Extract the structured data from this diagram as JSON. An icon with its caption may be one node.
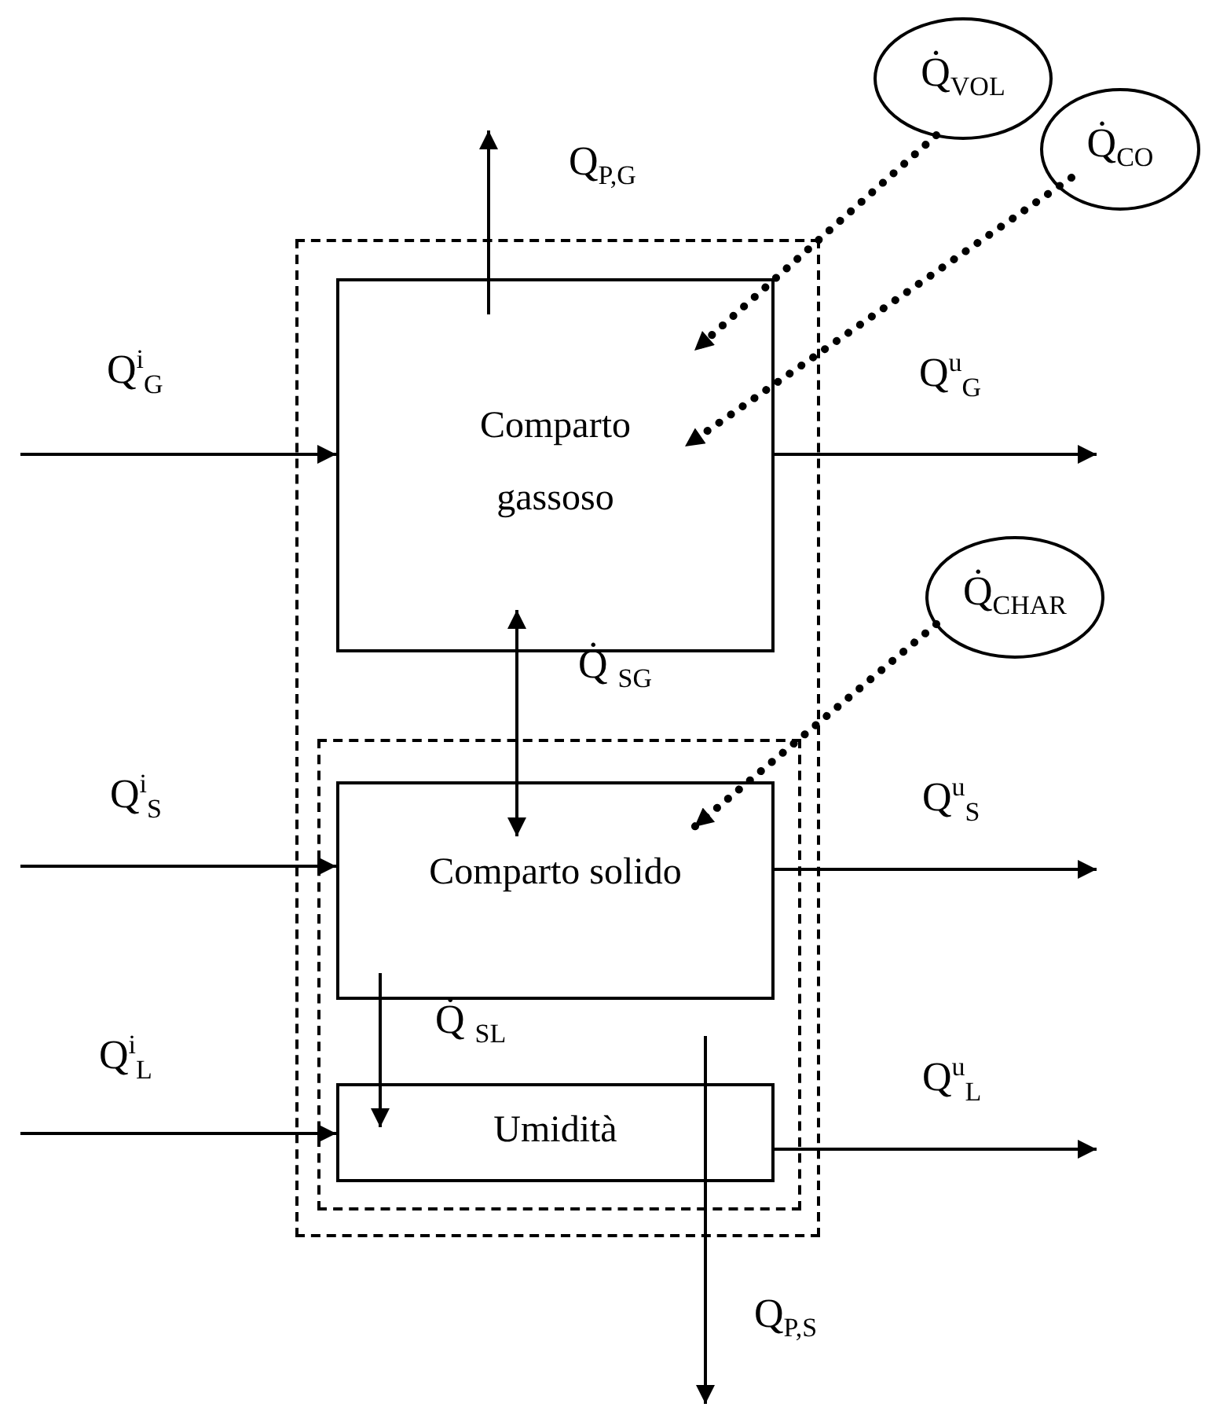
{
  "diagram": {
    "nodes": [
      {
        "text": [],
        "shape": "box"
      },
      {
        "text": [
          "Comparto gassoso"
        ],
        "in": 0
      },
      {
        "text": [],
        "shape": "box",
        "in": 0
      },
      {
        "text": [
          "Comparto solido"
        ],
        "in": 2
      },
      {
        "text": [
          "Umidità"
        ],
        "in": 2
      },
      {
        "text": [
          "Q̇$_{VOL}$"
        ]
      },
      {
        "text": [
          "Q̇$_{CO}$"
        ]
      },
      {
        "text": [
          "Q̇$_{CHAR}$"
        ]
      }
    ],
    "edges": [
      {
        "from": null,
        "to": 1,
        "arrow": "to",
        "label": "Q$^{i}$$_{G}$"
      },
      {
        "from": 1,
        "to": null,
        "arrow": "to",
        "label": "Q$^{u}$$_{G}$"
      },
      {
        "from": 1,
        "to": null,
        "arrow": "to",
        "label": "Q$_{P,G}$"
      },
      {
        "from": 1,
        "to": 3,
        "arrow": "both",
        "label": "Q̇ $_{SG}$"
      },
      {
        "from": null,
        "to": 3,
        "arrow": "to",
        "label": "Q$^{i}$$_{S}$"
      },
      {
        "from": 3,
        "to": null,
        "arrow": "to",
        "label": "Q$^{u}$$_{S}$"
      },
      {
        "from": 3,
        "to": 4,
        "arrow": "to",
        "label": "Q̇ $_{SL}$"
      },
      {
        "from": null,
        "to": 4,
        "arrow": "to",
        "label": "Q$^{i}$$_{L}$"
      },
      {
        "from": 4,
        "to": null,
        "arrow": "to",
        "label": "Q$^{u}$$_{L}$"
      },
      {
        "from": 2,
        "to": null,
        "arrow": "to",
        "label": "Q$_{P,S}$"
      },
      {
        "from": 5,
        "to": 1,
        "arrow": "to",
        "style": "dashed"
      },
      {
        "from": 6,
        "to": 1,
        "arrow": "to",
        "style": "dashed"
      },
      {
        "from": 7,
        "to": 3,
        "arrow": "to",
        "style": "dashed"
      }
    ]
  }
}
